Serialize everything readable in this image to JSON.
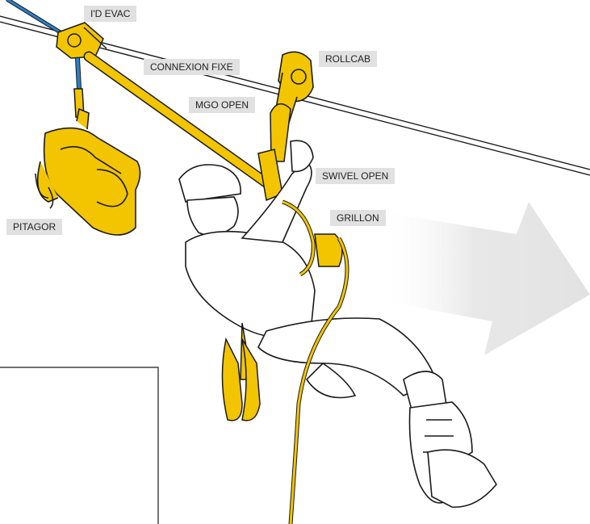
{
  "labels": {
    "idevac": "I'D EVAC",
    "connexion": "CONNEXION FIXE",
    "rollcab": "ROLLCAB",
    "mgo": "MGO OPEN",
    "swivel": "SWIVEL OPEN",
    "grillon": "GRILLON",
    "pitagor": "PITAGOR"
  },
  "colors": {
    "equipment_yellow": "#f2c500",
    "outline": "#1a1a1a",
    "blue_rope": "#2b7fc8",
    "arrow_gray": "#e6e6e6",
    "label_bg": "#e1e1e1"
  }
}
